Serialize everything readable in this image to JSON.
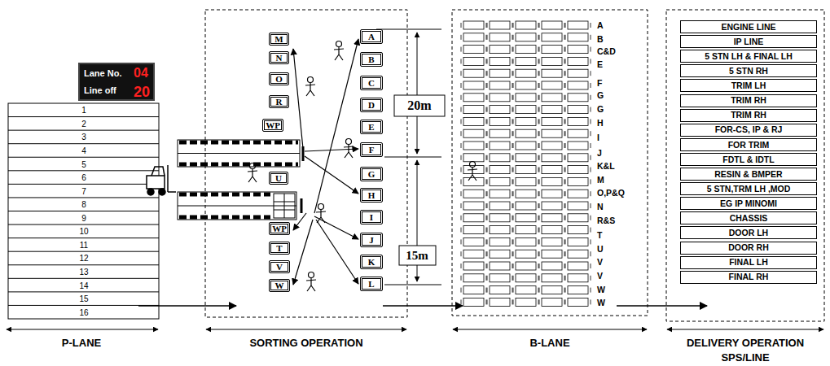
{
  "diagram": {
    "nodes": [
      {
        "text": [
          "Lane No.",
          "04",
          "Line off",
          "20"
        ]
      },
      {
        "text": [
          "M"
        ]
      },
      {
        "text": [
          "N"
        ]
      },
      {
        "text": [
          "O"
        ]
      },
      {
        "text": [
          "R"
        ]
      },
      {
        "text": [
          "WP"
        ]
      },
      {
        "text": [
          "U"
        ]
      },
      {
        "text": [
          "WP"
        ]
      },
      {
        "text": [
          "T"
        ]
      },
      {
        "text": [
          "V"
        ]
      },
      {
        "text": [
          "W"
        ]
      },
      {
        "text": [
          "A"
        ]
      },
      {
        "text": [
          "B"
        ]
      },
      {
        "text": [
          "C"
        ]
      },
      {
        "text": [
          "D"
        ]
      },
      {
        "text": [
          "E"
        ]
      },
      {
        "text": [
          "F"
        ]
      },
      {
        "text": [
          "G"
        ]
      },
      {
        "text": [
          "H"
        ]
      },
      {
        "text": [
          "I"
        ]
      },
      {
        "text": [
          "J"
        ]
      },
      {
        "text": [
          "K"
        ]
      },
      {
        "text": [
          "L"
        ]
      },
      {
        "text": [
          "ENGINE LINE"
        ]
      },
      {
        "text": [
          "IP LINE"
        ]
      },
      {
        "text": [
          "5 STN LH & FINAL LH"
        ]
      },
      {
        "text": [
          "5 STN RH"
        ]
      },
      {
        "text": [
          "TRIM LH"
        ]
      },
      {
        "text": [
          "TRIM RH"
        ]
      },
      {
        "text": [
          "TRIM RH"
        ]
      },
      {
        "text": [
          "FOR-CS, IP & RJ"
        ]
      },
      {
        "text": [
          "FOR TRIM"
        ]
      },
      {
        "text": [
          "FDTL & IDTL"
        ]
      },
      {
        "text": [
          "RESIN & BMPER"
        ]
      },
      {
        "text": [
          "5 STN,TRM LH ,MOD"
        ]
      },
      {
        "text": [
          "EG IP MINOMI"
        ]
      },
      {
        "text": [
          "CHASSIS"
        ]
      },
      {
        "text": [
          "DOOR LH"
        ]
      },
      {
        "text": [
          "DOOR RH"
        ]
      },
      {
        "text": [
          "FINAL LH"
        ]
      },
      {
        "text": [
          "FINAL RH"
        ]
      }
    ],
    "labels": [
      "1",
      "2",
      "3",
      "4",
      "5",
      "6",
      "7",
      "8",
      "9",
      "10",
      "11",
      "12",
      "13",
      "14",
      "15",
      "16",
      "20m",
      "15m",
      "A",
      "B",
      "C&D",
      "E",
      "F",
      "G",
      "G",
      "H",
      "I",
      "J",
      "K&L",
      "M",
      "O,P&Q",
      "N",
      "R&S",
      "T",
      "U",
      "V",
      "V",
      "W",
      "W",
      "P-LANE",
      "SORTING  OPERATION",
      "B-LANE",
      "DELIVERY OPERATION",
      "SPS/LINE"
    ]
  }
}
